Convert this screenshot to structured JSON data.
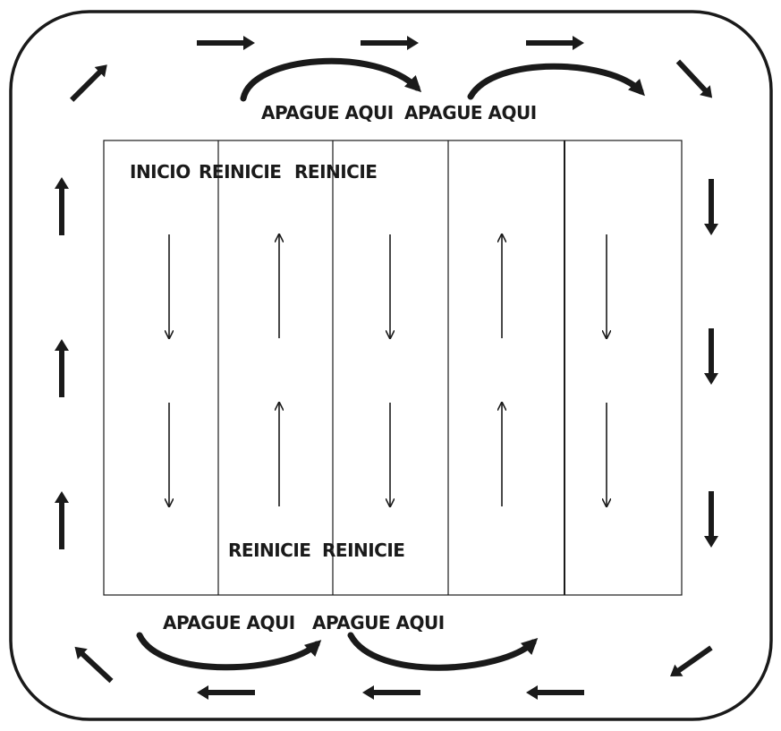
{
  "labels": {
    "top_left": "APAGUE AQUI",
    "top_right": "APAGUE AQUI",
    "start": "INICIO",
    "restart_top_1": "REINICIE",
    "restart_top_2": "REINICIE",
    "restart_bottom_1": "REINICIE",
    "restart_bottom_2": "REINICIE",
    "bottom_left": "APAGUE AQUI",
    "bottom_right": "APAGUE AQUI"
  },
  "columns": [
    {
      "direction": "down"
    },
    {
      "direction": "up"
    },
    {
      "direction": "down"
    },
    {
      "direction": "up"
    },
    {
      "direction": "down"
    }
  ],
  "colors": {
    "stroke": "#1a1a1a",
    "background": "#ffffff"
  }
}
